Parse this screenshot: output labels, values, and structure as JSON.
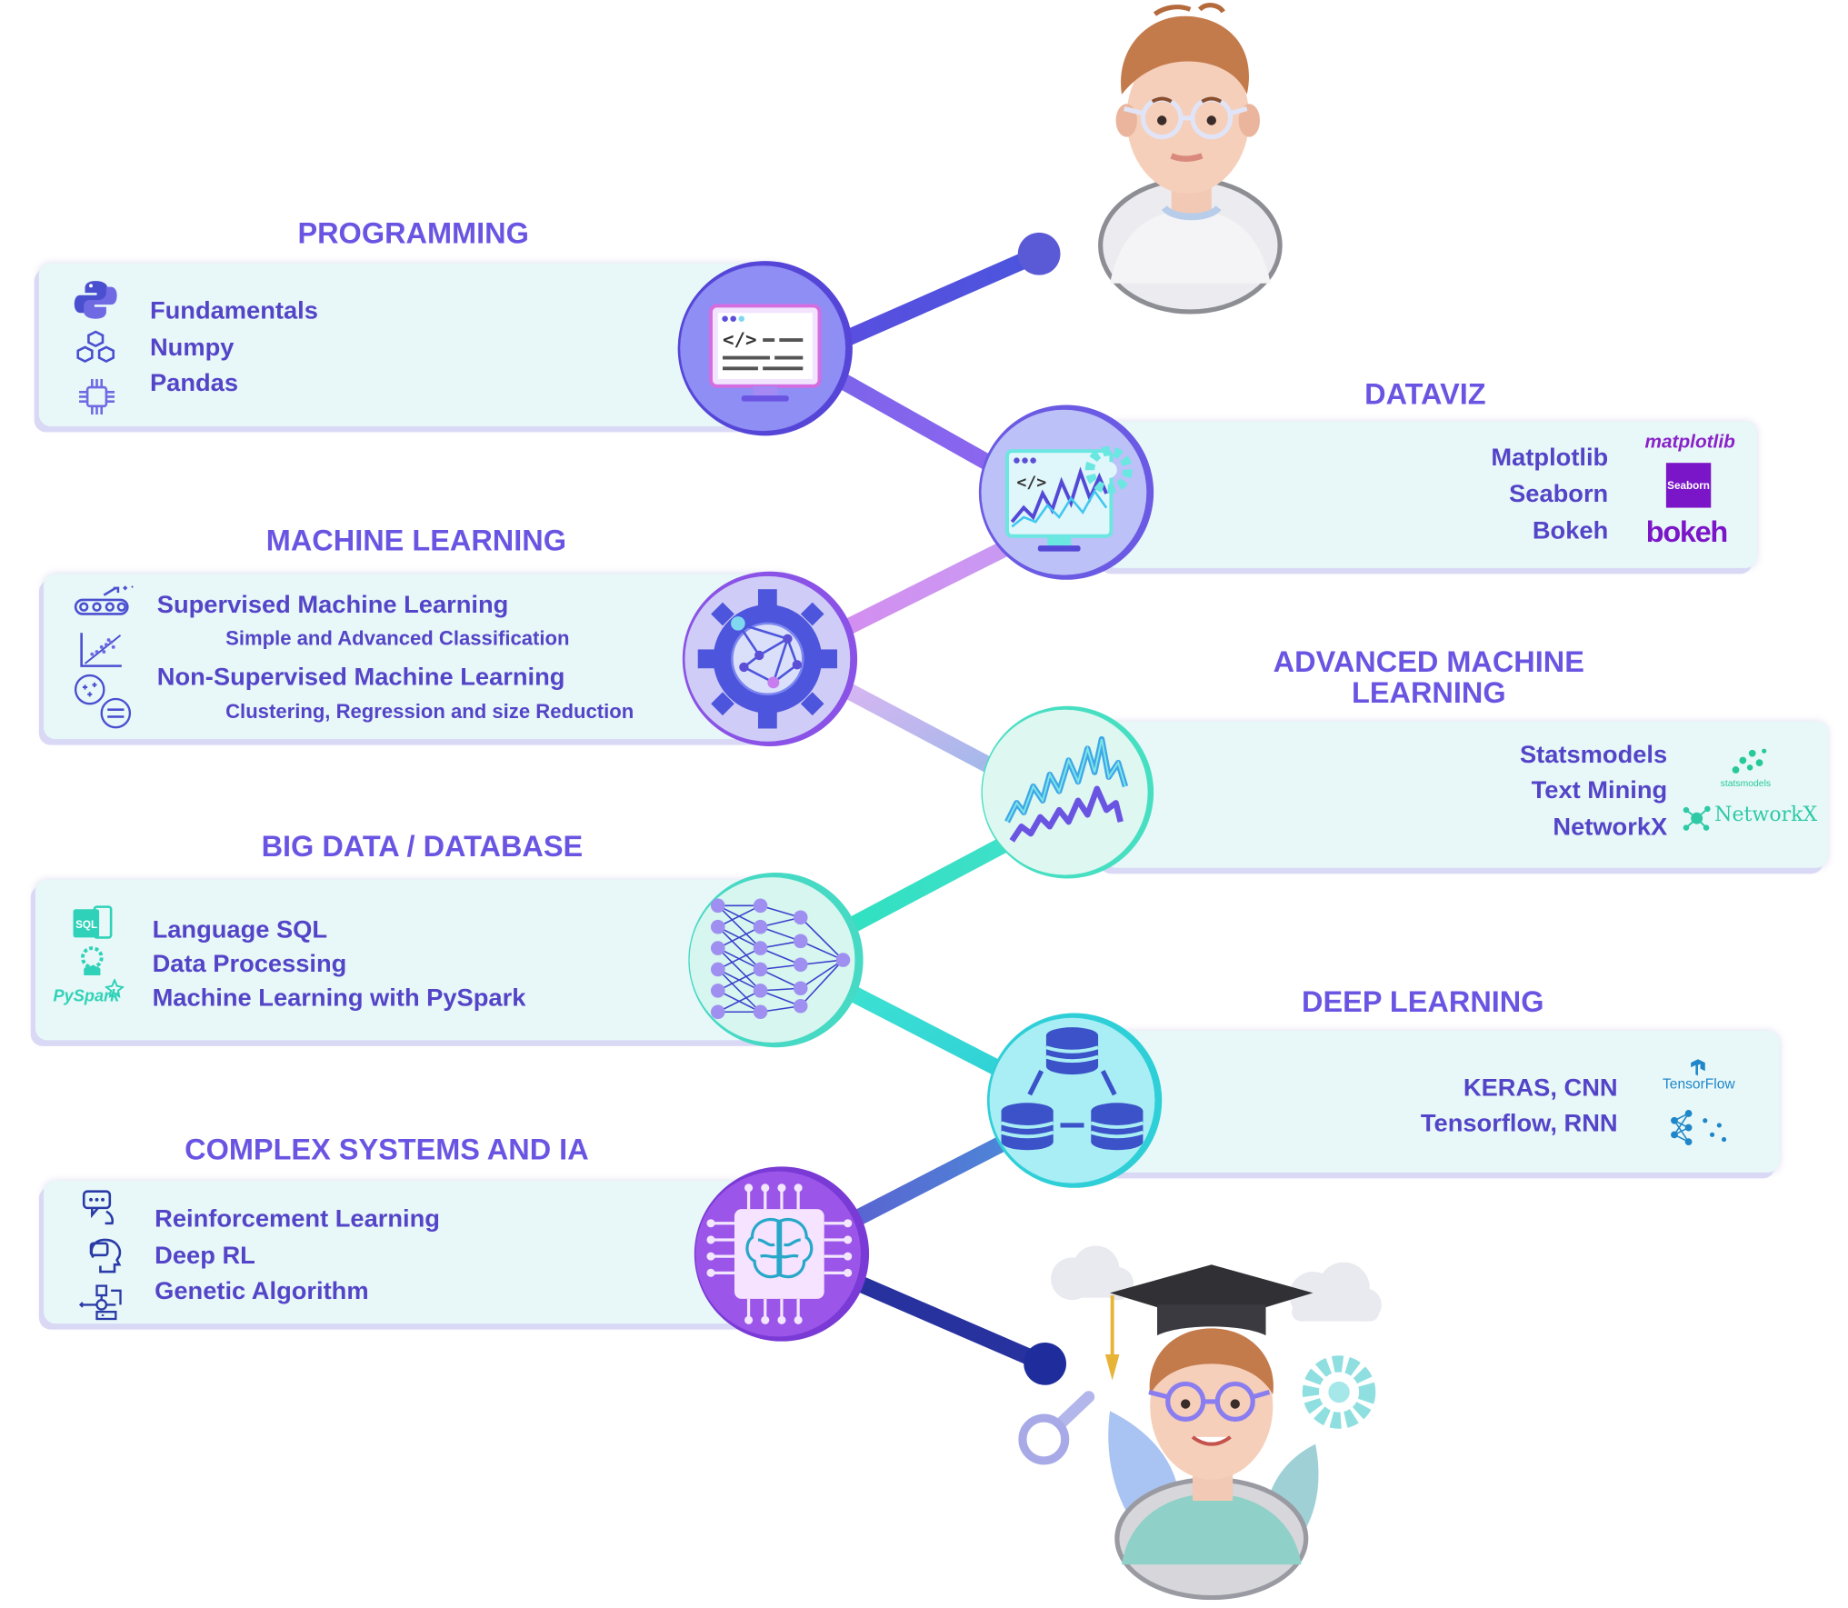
{
  "sections": {
    "programming": {
      "title": "PROGRAMMING",
      "items": [
        "Fundamentals",
        "Numpy",
        "Pandas"
      ]
    },
    "dataviz": {
      "title": "DATAVIZ",
      "items": [
        "Matplotlib",
        "Seaborn",
        "Bokeh"
      ]
    },
    "machine_learning": {
      "title": "MACHINE LEARNING",
      "items": [
        "Supervised Machine Learning",
        "Simple and Advanced Classification",
        "Non-Supervised Machine Learning",
        "Clustering, Regression and size Reduction"
      ]
    },
    "advanced_ml": {
      "title_line1": "ADVANCED MACHINE",
      "title_line2": "LEARNING",
      "items": [
        "Statsmodels",
        "Text Mining",
        "NetworkX"
      ]
    },
    "big_data": {
      "title": "BIG DATA / DATABASE",
      "items": [
        "Language SQL",
        "Data Processing",
        "Machine Learning with PySpark"
      ]
    },
    "deep_learning": {
      "title": "DEEP LEARNING",
      "items": [
        "KERAS, CNN",
        "Tensorflow, RNN"
      ]
    },
    "complex_systems": {
      "title": "COMPLEX SYSTEMS AND IA",
      "items": [
        "Reinforcement Learning",
        "Deep RL",
        "Genetic Algorithm"
      ]
    }
  },
  "logos": {
    "matplotlib": "matplotlib",
    "seaborn": "Seaborn",
    "bokeh": "bokeh",
    "statsmodels": "statsmodels",
    "networkx": "NetworkX",
    "pyspark": "PySpark",
    "sql": "SQL",
    "tensorflow": "TensorFlow"
  },
  "icons": {
    "programming": [
      "python-icon",
      "numpy-cubes-icon",
      "pandas-chip-icon"
    ],
    "machine_learning": [
      "conveyor-icon",
      "scatter-plot-icon",
      "clusters-icon"
    ],
    "big_data": [
      "sql-icon",
      "data-processing-icon",
      "pyspark-logo"
    ],
    "complex_systems": [
      "chat-bot-icon",
      "head-gear-icon",
      "algorithm-flow-icon"
    ]
  },
  "colors": {
    "title": "#6a55e3",
    "text": "#5444c8",
    "panel": "#e8f8f8",
    "link_dark": "#3d40c4",
    "link_purple": "#8a63ee",
    "link_pink": "#d19cf2",
    "link_teal": "#36e3c5",
    "link_navy": "#1e2d9b"
  }
}
